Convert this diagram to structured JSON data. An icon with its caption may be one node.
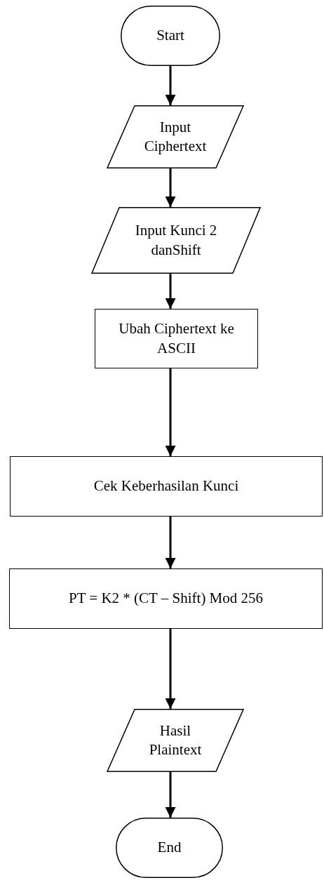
{
  "diagram": {
    "nodes": [
      {
        "text": [
          "Start"
        ]
      },
      {
        "text": [
          "Input Ciphertext"
        ]
      },
      {
        "text": [
          "Input Kunci 2 danShift"
        ]
      },
      {
        "text": [
          "Ubah Ciphertext ke ASCII"
        ]
      },
      {
        "text": [
          "Cek Keberhasilan Kunci"
        ]
      },
      {
        "text": [
          "PT = K2 * (CT – Shift) Mod 256"
        ]
      },
      {
        "text": [
          "Hasil Plaintext"
        ]
      },
      {
        "text": [
          "End"
        ]
      }
    ],
    "edges": [
      {
        "from": 0,
        "to": 1,
        "arrow": "to"
      },
      {
        "from": 1,
        "to": 2,
        "arrow": "to"
      },
      {
        "from": 2,
        "to": 3,
        "arrow": "to"
      },
      {
        "from": 3,
        "to": 4,
        "arrow": "to"
      },
      {
        "from": 4,
        "to": 5,
        "arrow": "to"
      },
      {
        "from": 5,
        "to": 6,
        "arrow": "to"
      },
      {
        "from": 6,
        "to": 7,
        "arrow": "to"
      }
    ]
  }
}
